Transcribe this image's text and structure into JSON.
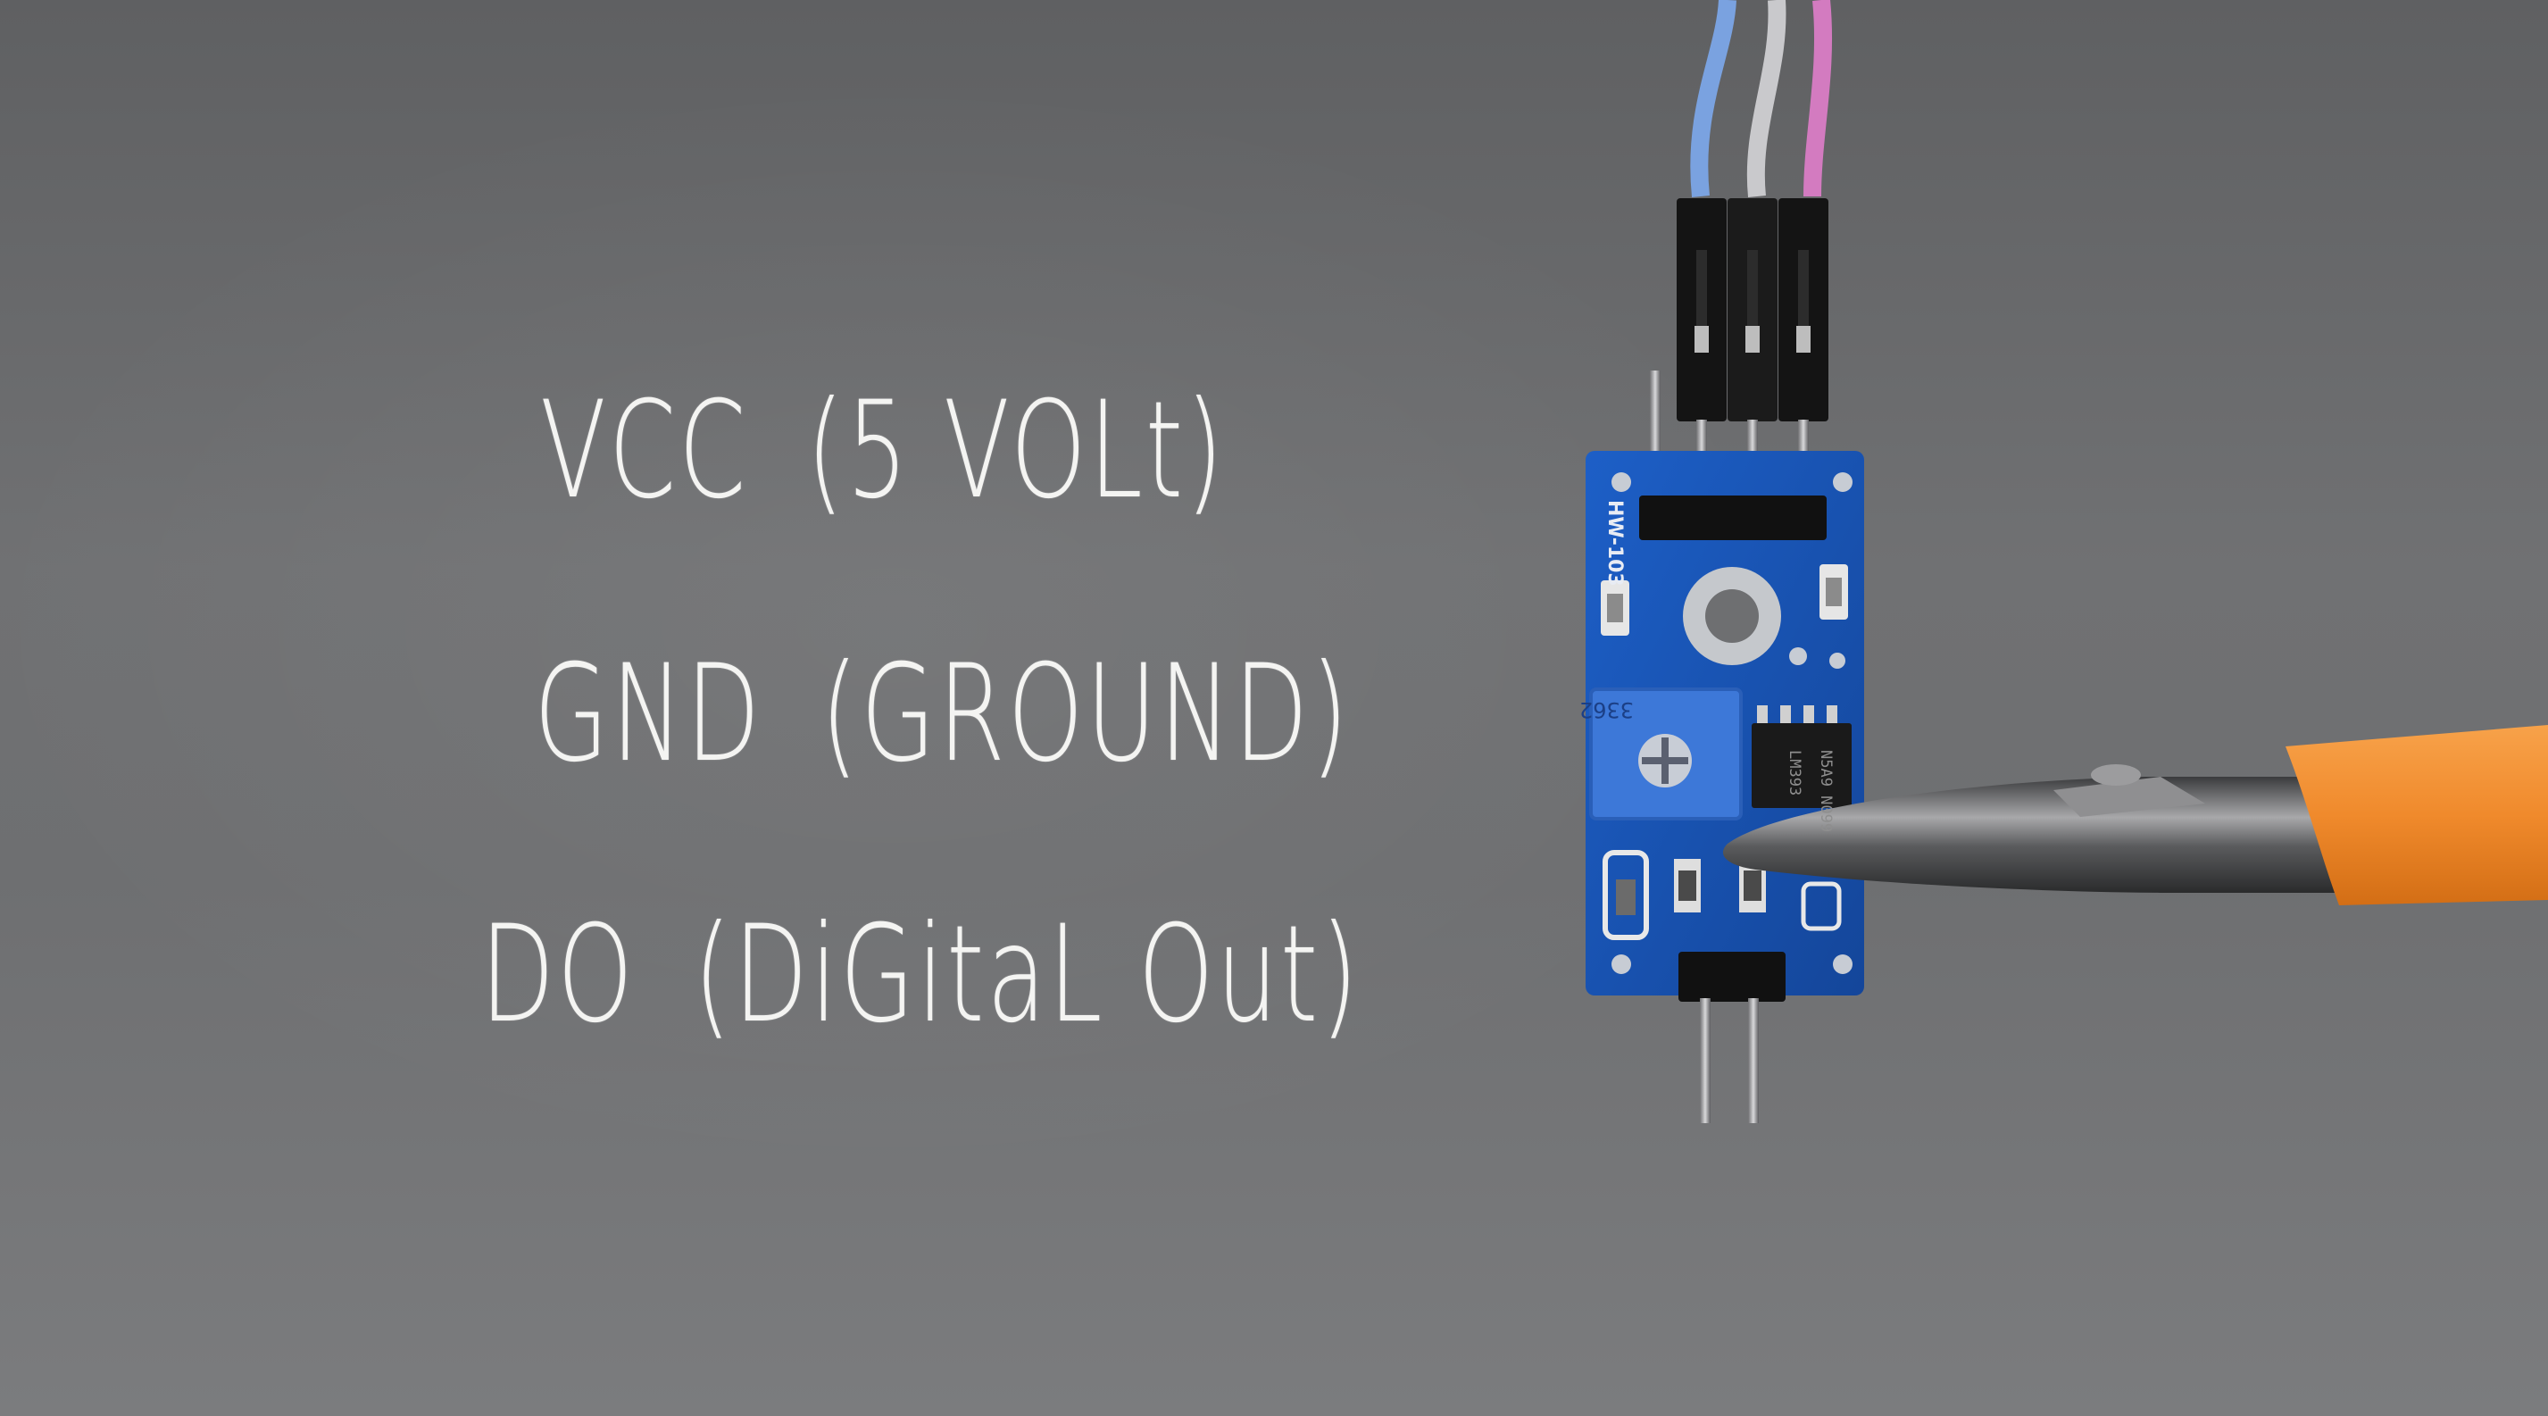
{
  "labels": [
    {
      "pin": "VCC",
      "desc": "(5 VOLt)"
    },
    {
      "pin": "GND",
      "desc": "(GROUND)"
    },
    {
      "pin": "DO",
      "desc": "(DiGitaL Out)"
    }
  ],
  "board": {
    "model": "HW-103",
    "trimmer_code": "3362",
    "chip_code": "LM393",
    "chip_batch": "N5A9 N099",
    "pcb_color": "#1a55b8"
  },
  "colors": {
    "background": "#6a6b6d",
    "text": "#f4f4f2",
    "wire_blue": "#7aa2e0",
    "wire_gray": "#c9c9cc",
    "wire_pink": "#d37bc0",
    "clip_handle": "#f08a2c"
  }
}
